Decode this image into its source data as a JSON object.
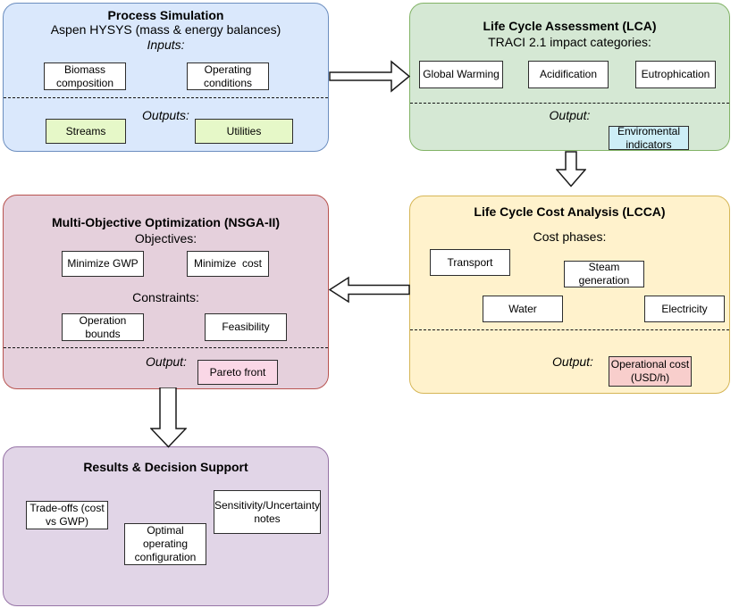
{
  "process": {
    "title": "Process Simulation",
    "subtitle": "Aspen HYSYS (mass & energy balances)",
    "inputs_label": "Inputs:",
    "outputs_label": "Outputs:",
    "inputs": [
      "Biomass composition",
      "Operating conditions"
    ],
    "outputs": [
      "Streams",
      "Utilities"
    ]
  },
  "lca": {
    "title": "Life Cycle Assessment (LCA)",
    "subtitle": "TRACI 2.1 impact categories:",
    "categories": [
      "Global Warming",
      "Acidification",
      "Eutrophication"
    ],
    "output_label": "Output:",
    "output": "Enviromental indicators"
  },
  "moo": {
    "title": "Multi-Objective Optimization (NSGA-II)",
    "objectives_label": "Objectives:",
    "objectives": [
      "Minimize GWP",
      "Minimize  cost"
    ],
    "constraints_label": "Constraints:",
    "constraints": [
      "Operation bounds",
      "Feasibility"
    ],
    "output_label": "Output:",
    "output": "Pareto front"
  },
  "lcca": {
    "title": "Life Cycle Cost Analysis (LCCA)",
    "subtitle": "Cost phases:",
    "phases": [
      "Transport",
      "Steam generation",
      "Water",
      "Electricity"
    ],
    "output_label": "Output:",
    "output": "Operational cost (USD/h)"
  },
  "results": {
    "title": "Results & Decision Support",
    "items": [
      "Trade-offs (cost vs GWP)",
      "Optimal operating configuration",
      "Sensitivity/Uncertainty notes"
    ]
  },
  "colors": {
    "process_fill": "#dae8fc",
    "process_border": "#6c8ebf",
    "lca_fill": "#d5e8d4",
    "lca_border": "#82b366",
    "moo_fill": "#e5d0dc",
    "moo_border": "#b85450",
    "lcca_fill": "#fff2cc",
    "lcca_border": "#d6b656",
    "results_fill": "#e1d5e7",
    "results_border": "#9673a6",
    "streams_utilities_fill": "#e6f8c8",
    "environmental_indicators_fill": "#cdeef7",
    "pareto_front_fill": "#fad7e6",
    "operational_cost_fill": "#f8cecc"
  }
}
